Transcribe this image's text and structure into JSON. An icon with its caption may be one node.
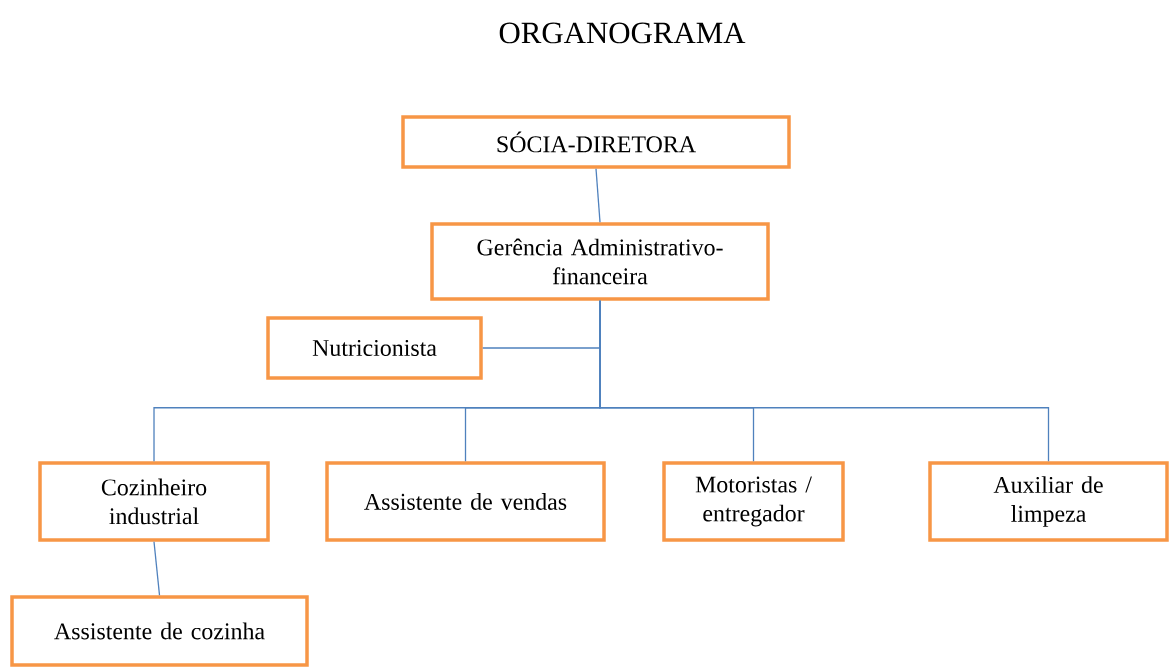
{
  "diagram": {
    "title": "ORGANOGRAMA",
    "nodes": [
      {
        "text": [
          "SÓCIA-DIRETORA"
        ]
      },
      {
        "text": [
          "Gerência Administrativo-financeira"
        ]
      },
      {
        "text": [
          "Nutricionista"
        ]
      },
      {
        "text": [
          "Cozinheiro industrial"
        ]
      },
      {
        "text": [
          "Assistente de vendas"
        ]
      },
      {
        "text": [
          "Motoristas / entregador"
        ]
      },
      {
        "text": [
          "Auxiliar de limpeza"
        ]
      },
      {
        "text": [
          "Assistente de cozinha"
        ]
      }
    ],
    "edges": [
      {
        "from": 0,
        "to": 1,
        "arrow": "none"
      },
      {
        "from": 1,
        "to": 2,
        "arrow": "none"
      },
      {
        "from": 1,
        "to": 3,
        "arrow": "none"
      },
      {
        "from": 1,
        "to": 4,
        "arrow": "none"
      },
      {
        "from": 1,
        "to": 5,
        "arrow": "none"
      },
      {
        "from": 1,
        "to": 6,
        "arrow": "none"
      },
      {
        "from": 3,
        "to": 7,
        "arrow": "none"
      }
    ]
  }
}
